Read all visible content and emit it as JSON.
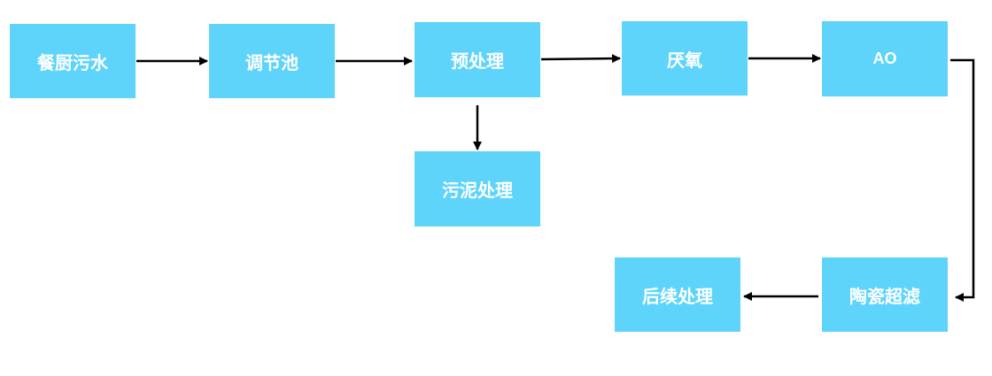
{
  "diagram": {
    "nodes": [
      {
        "id": "n1",
        "label": "餐厨污水"
      },
      {
        "id": "n2",
        "label": "调节池"
      },
      {
        "id": "n3",
        "label": "预处理"
      },
      {
        "id": "n4",
        "label": "厌氧"
      },
      {
        "id": "n5",
        "label": "AO"
      },
      {
        "id": "n6",
        "label": "污泥处理"
      },
      {
        "id": "n7",
        "label": "陶瓷超滤"
      },
      {
        "id": "n8",
        "label": "后续处理"
      }
    ],
    "edges": [
      {
        "from": "n1",
        "to": "n2"
      },
      {
        "from": "n2",
        "to": "n3"
      },
      {
        "from": "n3",
        "to": "n4"
      },
      {
        "from": "n4",
        "to": "n5"
      },
      {
        "from": "n3",
        "to": "n6"
      },
      {
        "from": "n5",
        "to": "n7"
      },
      {
        "from": "n7",
        "to": "n8"
      }
    ],
    "colors": {
      "node_fill": "#5ed4fb",
      "node_text": "#ffffff",
      "arrow": "#000000"
    }
  }
}
